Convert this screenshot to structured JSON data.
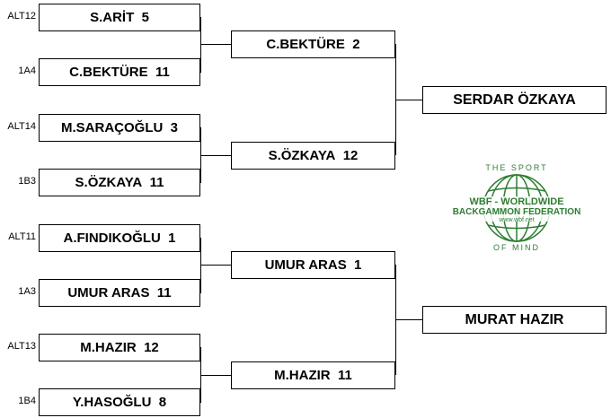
{
  "round1": [
    {
      "seed": "ALT12",
      "name": "S.ARİT",
      "score": "5"
    },
    {
      "seed": "1A4",
      "name": "C.BEKTÜRE",
      "score": "11"
    },
    {
      "seed": "ALT14",
      "name": "M.SARAÇOĞLU",
      "score": "3"
    },
    {
      "seed": "1B3",
      "name": "S.ÖZKAYA",
      "score": "11"
    },
    {
      "seed": "ALT11",
      "name": "A.FINDIKOĞLU",
      "score": "1"
    },
    {
      "seed": "1A3",
      "name": "UMUR ARAS",
      "score": "11"
    },
    {
      "seed": "ALT13",
      "name": "M.HAZIR",
      "score": "12"
    },
    {
      "seed": "1B4",
      "name": "Y.HASOĞLU",
      "score": "8"
    }
  ],
  "round2": [
    {
      "name": "C.BEKTÜRE",
      "score": "2"
    },
    {
      "name": "S.ÖZKAYA",
      "score": "12"
    },
    {
      "name": "UMUR ARAS",
      "score": "1"
    },
    {
      "name": "M.HAZIR",
      "score": "11"
    }
  ],
  "round3": [
    {
      "name": "SERDAR ÖZKAYA"
    },
    {
      "name": "MURAT HAZIR"
    }
  ],
  "logo": {
    "top_text": "THE SPORT",
    "line1": "WBF - WORLDWIDE",
    "line2": "BACKGAMMON FEDERATION",
    "url": "www.wbf.net",
    "bottom_text": "OF MIND",
    "color": "#2e7d32"
  }
}
